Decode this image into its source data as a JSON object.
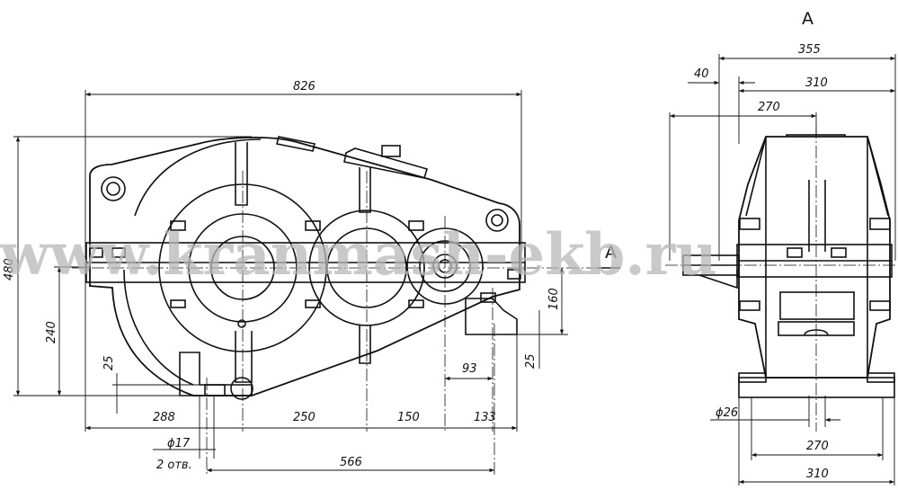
{
  "watermark": "www.kranmash-ekb.ru",
  "view_label": "A",
  "section_label": "A",
  "dimensions": {
    "overall_length": "826",
    "height": "480",
    "axis_height": "240",
    "foot_thickness": "25",
    "bolt_offset": "25",
    "right_height": "160",
    "dist_288": "288",
    "dist_250": "250",
    "dist_150": "150",
    "dist_133": "133",
    "dist_93": "93",
    "hole_dia": "ϕ17",
    "hole_count": "2 отв.",
    "base_566": "566",
    "side_355": "355",
    "side_40": "40",
    "side_310_top": "310",
    "side_270_top": "270",
    "shaft_dia": "ϕ26",
    "side_270_bottom": "270",
    "side_310_bottom": "310"
  }
}
